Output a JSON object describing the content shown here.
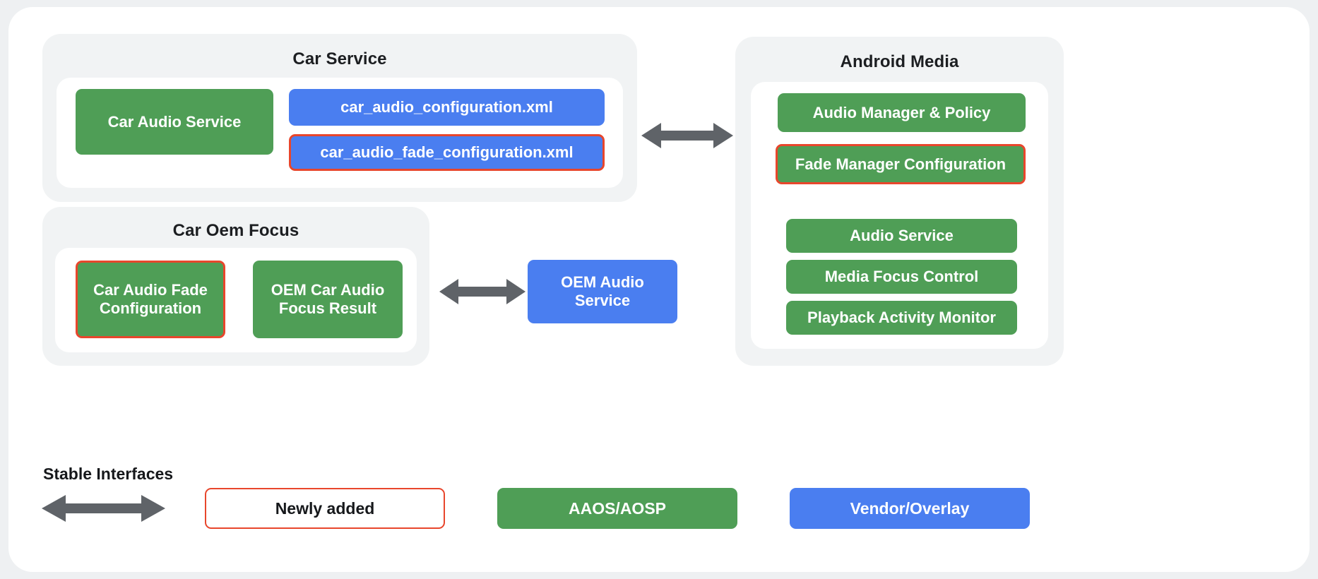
{
  "diagram": {
    "groups": {
      "car_service": {
        "title": "Car Service",
        "nodes": {
          "car_audio_service": "Car Audio Service",
          "car_audio_configuration_xml": "car_audio_configuration.xml",
          "car_audio_fade_configuration_xml": "car_audio_fade_configuration.xml"
        }
      },
      "car_oem_focus": {
        "title": "Car Oem Focus",
        "nodes": {
          "car_audio_fade_configuration": "Car Audio Fade Configuration",
          "oem_car_audio_focus_result": "OEM Car Audio Focus Result"
        }
      },
      "android_media": {
        "title": "Android Media",
        "nodes": {
          "audio_manager_policy": "Audio Manager & Policy",
          "fade_manager_configuration": "Fade Manager Configuration",
          "audio_service": "Audio Service",
          "media_focus_control": "Media Focus Control",
          "playback_activity_monitor": "Playback Activity Monitor"
        }
      }
    },
    "standalone": {
      "oem_audio_service": "OEM Audio Service"
    },
    "legend": {
      "stable_interfaces_label": "Stable Interfaces",
      "newly_added": "Newly added",
      "aaos_aosp": "AAOS/AOSP",
      "vendor_overlay": "Vendor/Overlay"
    },
    "colors": {
      "green": "#4f9e56",
      "blue": "#4a7ef0",
      "highlight_red": "#e8462c",
      "arrow_gray": "#5f6368",
      "panel_gray": "#f1f3f4",
      "card_white": "#ffffff",
      "page_bg": "#eef0f2",
      "text_dark": "#1c1e21"
    }
  }
}
